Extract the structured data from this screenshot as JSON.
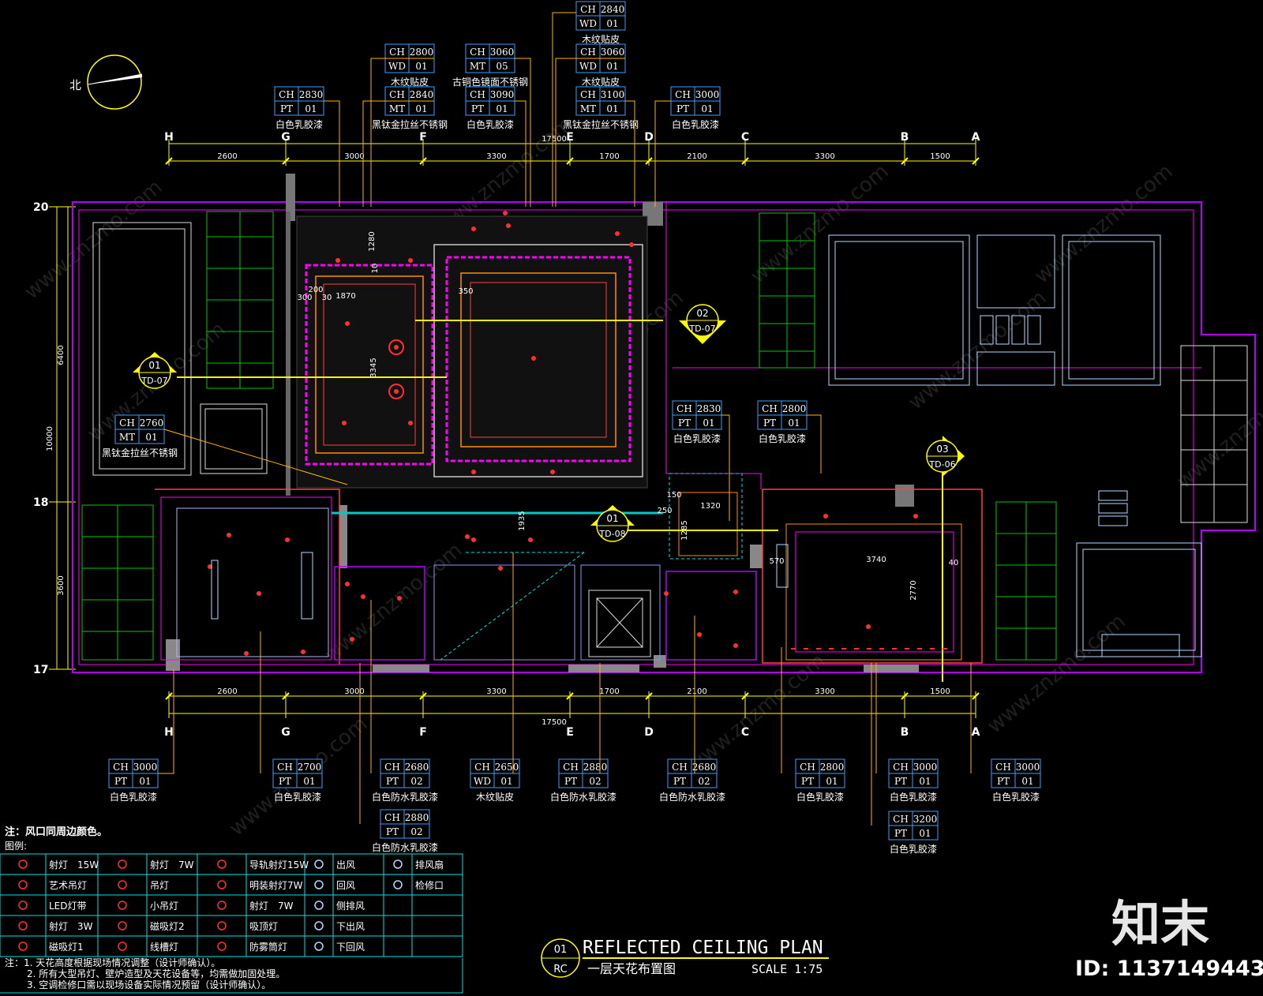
{
  "north_label": "北",
  "axes_letters": [
    "H",
    "G",
    "F",
    "E",
    "D",
    "C",
    "B",
    "A"
  ],
  "dims_segments": [
    "2600",
    "3000",
    "3300",
    "1700",
    "2100",
    "3300",
    "1500"
  ],
  "dims_total": "17500",
  "rows": [
    "20",
    "18",
    "17"
  ],
  "row_dims": [
    "6400",
    "10000",
    "3600"
  ],
  "top_tags": [
    {
      "ch": "2830",
      "code": "PT",
      "num": "01",
      "note": "白色乳胶漆"
    },
    {
      "ch": "2800",
      "code": "WD",
      "num": "01",
      "note": "木纹贴皮"
    },
    {
      "ch": "2840",
      "code": "MT",
      "num": "01",
      "note": "黑钛金拉丝不锈钢"
    },
    {
      "ch": "3060",
      "code": "MT",
      "num": "05",
      "note": "古铜色镜面不锈钢"
    },
    {
      "ch": "3090",
      "code": "PT",
      "num": "01",
      "note": "白色乳胶漆"
    },
    {
      "ch": "2840",
      "code": "WD",
      "num": "01",
      "note": "木纹贴皮"
    },
    {
      "ch": "3060",
      "code": "WD",
      "num": "01",
      "note": "木纹贴皮"
    },
    {
      "ch": "3100",
      "code": "MT",
      "num": "01",
      "note": "黑钛金拉丝不锈钢"
    },
    {
      "ch": "3000",
      "code": "PT",
      "num": "01",
      "note": "白色乳胶漆"
    }
  ],
  "mid_tags": [
    {
      "ch": "2760",
      "code": "MT",
      "num": "01",
      "note": "黑钛金拉丝不锈钢"
    },
    {
      "ch": "2830",
      "code": "PT",
      "num": "01",
      "note": "白色乳胶漆"
    },
    {
      "ch": "2800",
      "code": "PT",
      "num": "01",
      "note": "白色乳胶漆"
    }
  ],
  "bottom_tags": [
    {
      "ch": "3000",
      "code": "PT",
      "num": "01",
      "note": "白色乳胶漆"
    },
    {
      "ch": "2700",
      "code": "PT",
      "num": "01",
      "note": "白色乳胶漆"
    },
    {
      "ch": "2680",
      "code": "PT",
      "num": "02",
      "note": "白色防水乳胶漆"
    },
    {
      "ch": "2880",
      "code": "PT",
      "num": "02",
      "note": "白色防水乳胶漆"
    },
    {
      "ch": "2650",
      "code": "WD",
      "num": "01",
      "note": "木纹贴皮"
    },
    {
      "ch": "2880",
      "code": "PT",
      "num": "02",
      "note": "白色防水乳胶漆"
    },
    {
      "ch": "2680",
      "code": "PT",
      "num": "02",
      "note": "白色防水乳胶漆"
    },
    {
      "ch": "2800",
      "code": "PT",
      "num": "01",
      "note": "白色乳胶漆"
    },
    {
      "ch": "3000",
      "code": "PT",
      "num": "01",
      "note": "白色乳胶漆"
    },
    {
      "ch": "3200",
      "code": "PT",
      "num": "01",
      "note": "白色乳胶漆"
    },
    {
      "ch": "3000",
      "code": "PT",
      "num": "01",
      "note": "白色乳胶漆"
    }
  ],
  "section_marks": [
    {
      "num": "01",
      "ref": "TD-07"
    },
    {
      "num": "02",
      "ref": "TD-07"
    },
    {
      "num": "03",
      "ref": "TD-06"
    },
    {
      "num": "01",
      "ref": "TD-08"
    }
  ],
  "inner_dims": [
    "1280",
    "3345",
    "1870",
    "1935",
    "3740",
    "2770",
    "1320",
    "1285",
    "200",
    "300",
    "30",
    "10",
    "350",
    "150",
    "250",
    "570",
    "40"
  ],
  "notes_heading": "注：风口同周边颜色。",
  "legend_title": "图例:",
  "legend": [
    [
      "射灯　15W",
      "射灯　7W",
      "导轨射灯15W",
      "出风",
      "排风扇"
    ],
    [
      "艺术吊灯",
      "吊灯",
      "明装射灯7W",
      "回风",
      "检修口"
    ],
    [
      "LED灯带",
      "小吊灯",
      "射灯　7W",
      "侧排风",
      ""
    ],
    [
      "射灯　3W",
      "磁吸灯2",
      "吸顶灯",
      "下出风",
      ""
    ],
    [
      "磁吸灯1",
      "线槽灯",
      "防雾筒灯",
      "下回风",
      ""
    ]
  ],
  "footnotes": [
    "注：1. 天花高度根据现场情况调整（设计师确认）。",
    "2. 所有大型吊灯、壁炉造型及天花设备等，均需做加固处理。",
    "3. 空调检修口需以现场设备实际情况预留（设计师确认）。"
  ],
  "title_block": {
    "num": "01",
    "code": "RC",
    "title_en": "REFLECTED CEILING PLAN",
    "title_cn": "一层天花布置图",
    "scale": "SCALE 1:75"
  },
  "watermark": {
    "brand": "知末",
    "id_text": "ID: 1137149443",
    "site": "www.znzmo.com"
  },
  "colors": {
    "wall": "#ff00ff",
    "axis": "#ffff00",
    "tag_border": "#3aa0ff",
    "cabinet": "#00c800",
    "recess": "#ff8c00",
    "light": "#ff3030",
    "dashed": "#00e0e0"
  }
}
